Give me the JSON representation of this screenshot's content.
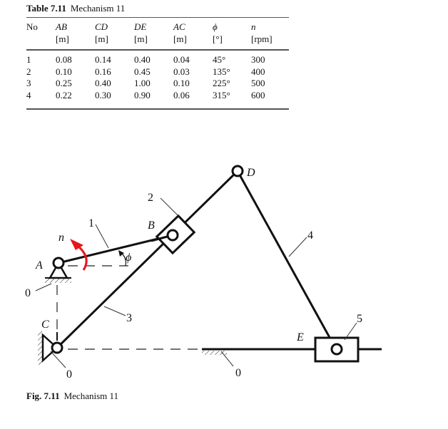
{
  "table": {
    "label": "Table 7.11",
    "title": "Mechanism 11",
    "headers": [
      {
        "name": "No",
        "unit": ""
      },
      {
        "name": "AB",
        "unit": "[m]"
      },
      {
        "name": "CD",
        "unit": "[m]"
      },
      {
        "name": "DE",
        "unit": "[m]"
      },
      {
        "name": "AC",
        "unit": "[m]"
      },
      {
        "name": "ϕ",
        "unit": "[°]"
      },
      {
        "name": "n",
        "unit": "[rpm]"
      }
    ],
    "rows": [
      [
        "1",
        "0.08",
        "0.14",
        "0.40",
        "0.04",
        "45°",
        "300"
      ],
      [
        "2",
        "0.10",
        "0.16",
        "0.45",
        "0.03",
        "135°",
        "400"
      ],
      [
        "3",
        "0.25",
        "0.40",
        "1.00",
        "0.10",
        "225°",
        "500"
      ],
      [
        "4",
        "0.22",
        "0.30",
        "0.90",
        "0.06",
        "315°",
        "600"
      ]
    ]
  },
  "figure": {
    "labels": {
      "A": "A",
      "B": "B",
      "C": "C",
      "D": "D",
      "E": "E",
      "n": "n",
      "phi": "ϕ",
      "link1": "1",
      "link2": "2",
      "link3": "3",
      "link4": "4",
      "link5": "5",
      "ground1": "0",
      "ground2": "0",
      "ground3": "0"
    },
    "accent_color": "#e8141b",
    "caption_label": "Fig. 7.11",
    "caption_title": "Mechanism 11"
  }
}
